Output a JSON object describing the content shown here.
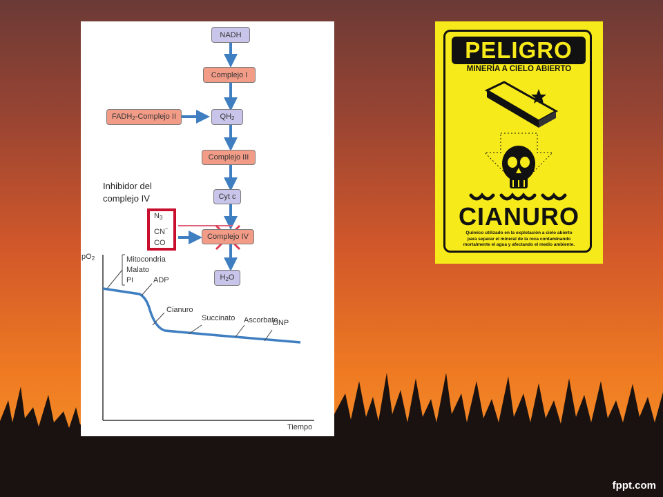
{
  "diagram": {
    "nodes": {
      "nadh": "NADH",
      "complejo1": "Complejo I",
      "qh": "QH",
      "qh_sub": "2",
      "complejo3": "Complejo III",
      "cytc": "Cyt c",
      "complejo4": "Complejo IV",
      "h2o_h": "H",
      "h2o_sub": "2",
      "h2o_o": "O",
      "fadh": "FADH",
      "fadh_sub": "2",
      "fadh_rest": "-Complejo II"
    },
    "inhibitor_label_line1": "Inhibidor del",
    "inhibitor_label_line2": "complejo IV",
    "inhibitors": {
      "n": "N",
      "n_sub": "3",
      "cn": "CN",
      "cn_sup": "−",
      "co": "CO"
    },
    "colors": {
      "purple": "#c9c4ea",
      "salmon": "#f29c88",
      "arrow": "#3f7fc1",
      "block": "#e03a50",
      "highlight": "#c8102e"
    }
  },
  "graph": {
    "ylabel": "pO",
    "ylabel_sub": "2",
    "xlabel": "Tiempo",
    "labels": {
      "mitocondria": "Mitocondria",
      "malato": "Malato",
      "pi": "Pi",
      "adp": "ADP",
      "cianuro": "Cianuro",
      "succinato": "Succinato",
      "ascorbato": "Ascorbato",
      "dnp": "DNP"
    }
  },
  "sign": {
    "title": "PELIGRO",
    "subtitle": "MINERÍA A CIELO ABIERTO",
    "heading": "CIANURO",
    "body_line1": "Químico utilizado en la explotación a cielo abierto",
    "body_line2": "para separar el mineral de la roca contaminando",
    "body_line3": "mortalmente el agua y afectando el medio ambiente."
  },
  "footer": {
    "brand": "fppt.com"
  }
}
